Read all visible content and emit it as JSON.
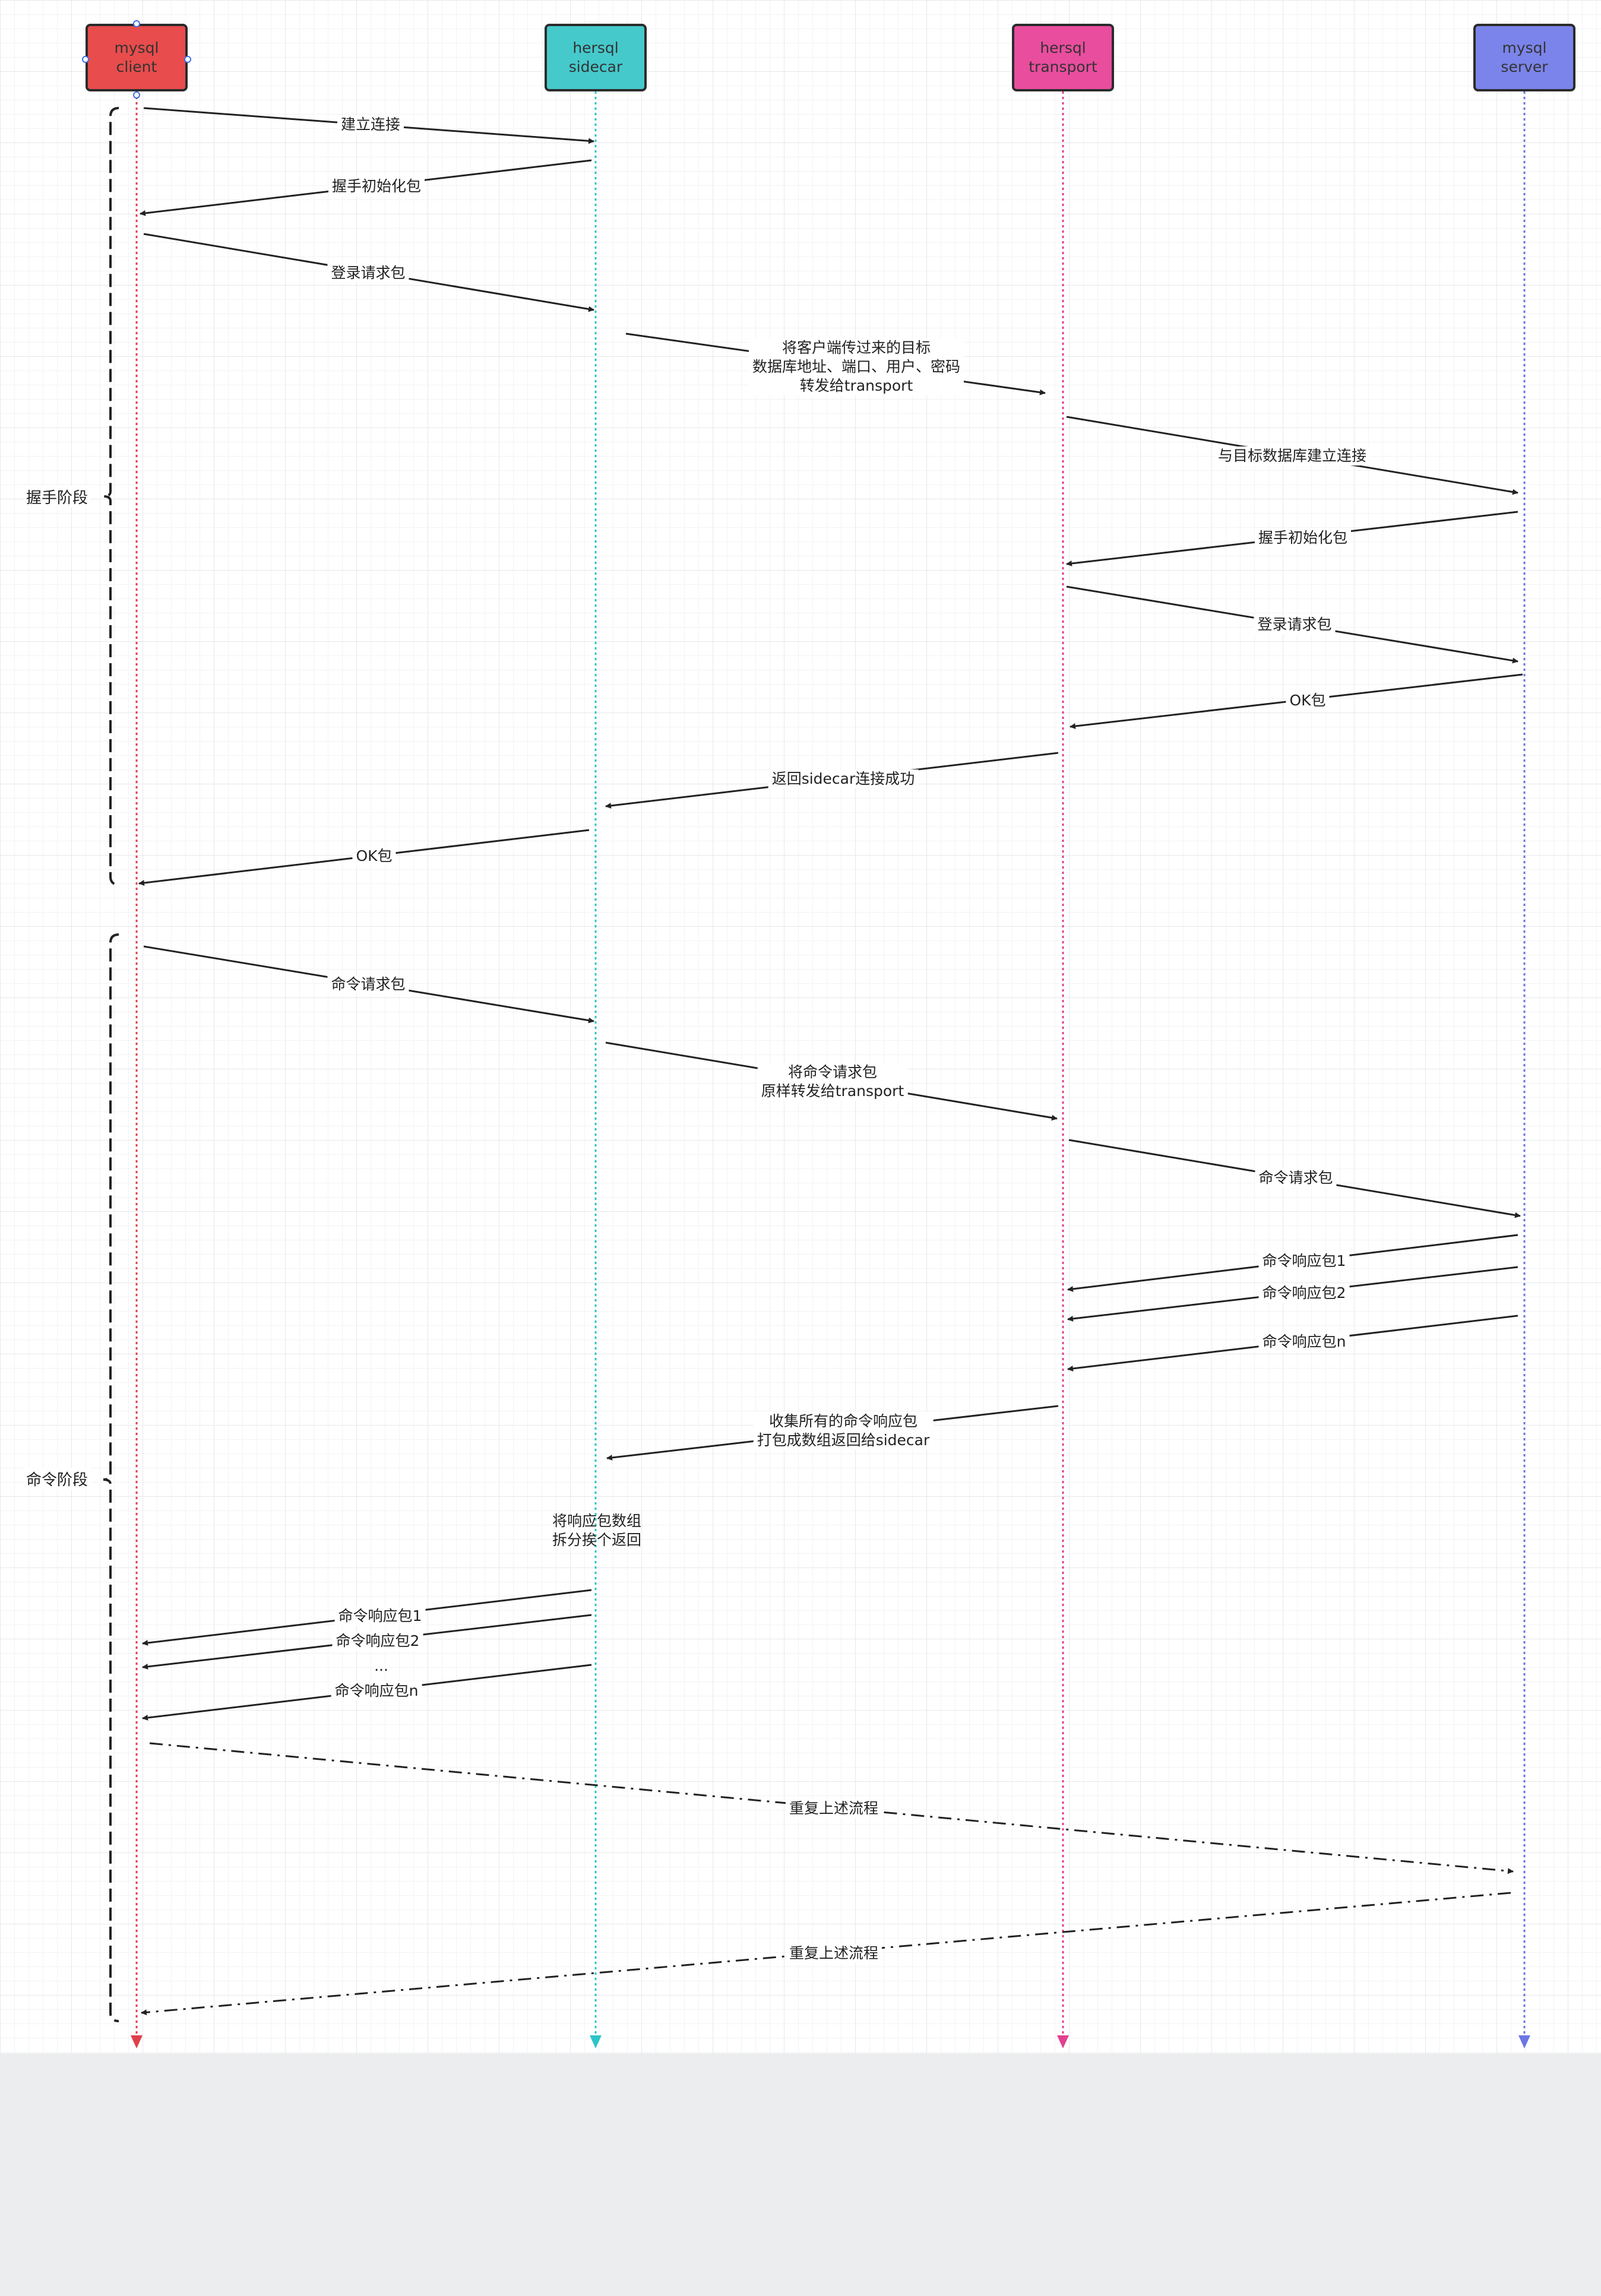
{
  "participants": [
    {
      "id": "client",
      "label": "mysql\nclient",
      "color": "#e84c4c",
      "lane": "#e0404b"
    },
    {
      "id": "sidecar",
      "label": "hersql\nsidecar",
      "color": "#45c9cb",
      "lane": "#2ec4c8"
    },
    {
      "id": "transport",
      "label": "hersql\ntransport",
      "color": "#e94d9e",
      "lane": "#e2418f"
    },
    {
      "id": "server",
      "label": "mysql\nserver",
      "color": "#7b84ea",
      "lane": "#6a76e4"
    }
  ],
  "phases": {
    "handshake": "握手阶段",
    "command": "命令阶段"
  },
  "messages": {
    "m1": "建立连接",
    "m2": "握手初始化包",
    "m3": "登录请求包",
    "m4": "将客户端传过来的目标\n数据库地址、端口、用户、密码\n转发给transport",
    "m5": "与目标数据库建立连接",
    "m6": "握手初始化包",
    "m7": "登录请求包",
    "m8": "OK包",
    "m9": "返回sidecar连接成功",
    "m10": "OK包",
    "m11": "命令请求包",
    "m12": "将命令请求包\n原样转发给transport",
    "m13": "命令请求包",
    "m14": "命令响应包1",
    "m15": "命令响应包2",
    "m16": "命令响应包n",
    "m17": "收集所有的命令响应包\n打包成数组返回给sidecar",
    "m18": "将响应包数组\n拆分挨个返回",
    "m19": "命令响应包1",
    "m20": "命令响应包2",
    "m21": "...",
    "m22": "命令响应包n",
    "m23": "重复上述流程",
    "m24": "重复上述流程"
  }
}
